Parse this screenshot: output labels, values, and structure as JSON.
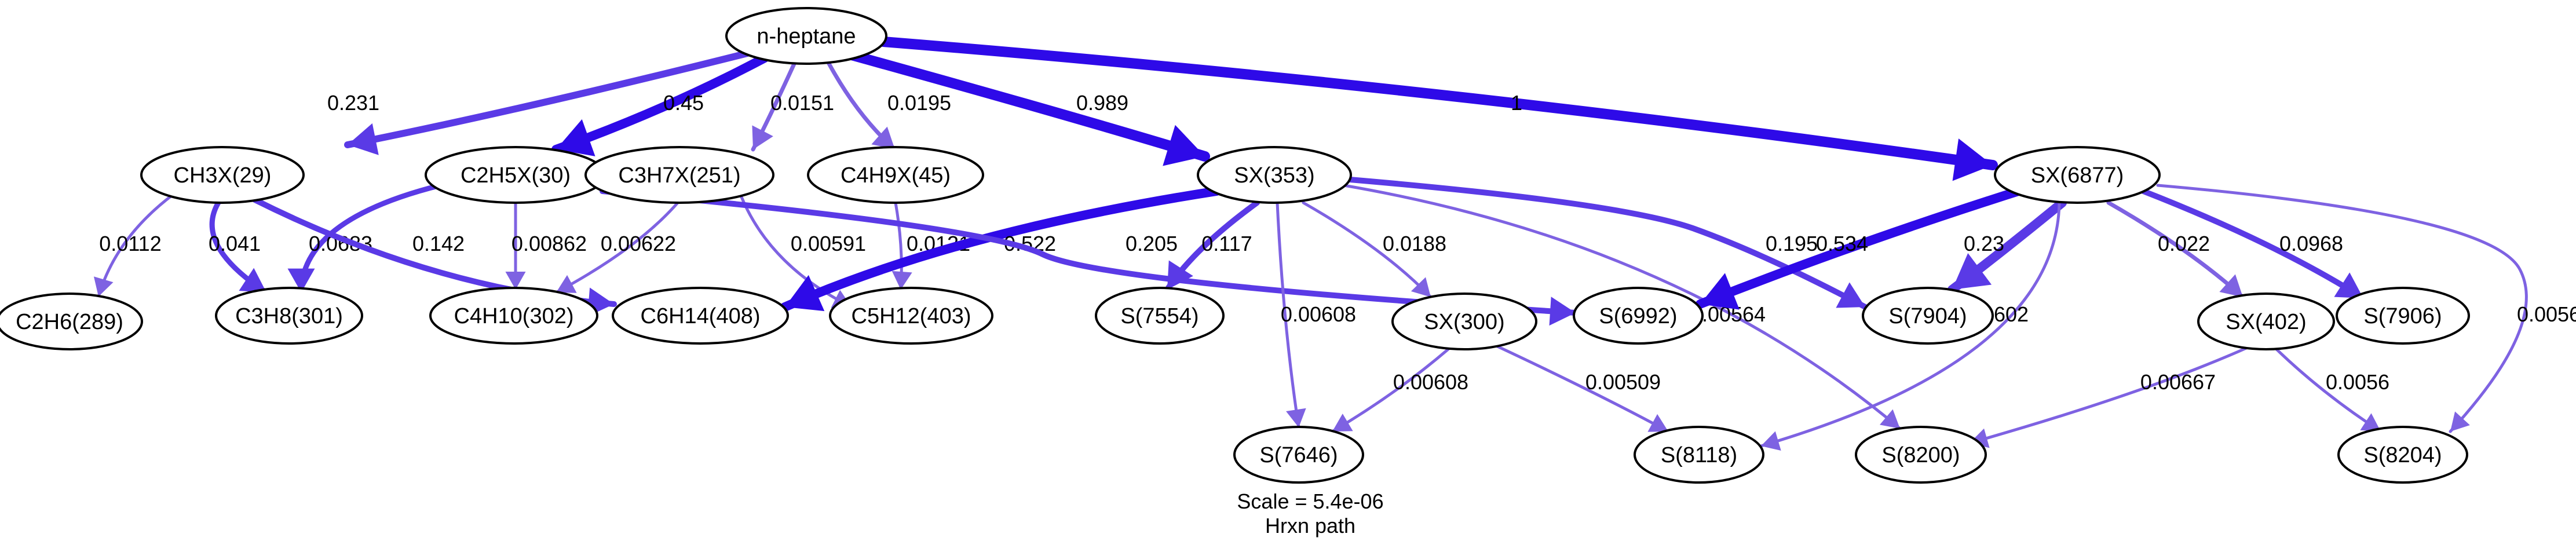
{
  "diagram": {
    "nodes": {
      "heptane": "n-heptane",
      "ch3x": "CH3X(29)",
      "c2h5x": "C2H5X(30)",
      "c3h7x": "C3H7X(251)",
      "c4h9x": "C4H9X(45)",
      "sx353": "SX(353)",
      "sx6877": "SX(6877)",
      "c2h6": "C2H6(289)",
      "c3h8": "C3H8(301)",
      "c4h10": "C4H10(302)",
      "c6h14": "C6H14(408)",
      "c5h12": "C5H12(403)",
      "s7554": "S(7554)",
      "sx300": "SX(300)",
      "s6992": "S(6992)",
      "s7904": "S(7904)",
      "sx402": "SX(402)",
      "s7906": "S(7906)",
      "s7646": "S(7646)",
      "s8118": "S(8118)",
      "s8200": "S(8200)",
      "s8204": "S(8204)"
    },
    "edges": {
      "heptane_ch3x": "0.231",
      "heptane_c2h5x": "0.45",
      "heptane_c3h7x": "0.0151",
      "heptane_c4h9x": "0.0195",
      "heptane_sx353": "0.989",
      "heptane_sx6877": "1",
      "ch3x_c2h6": "0.0112",
      "ch3x_c3h8": "0.041",
      "c2h5x_c3h8": "0.0683",
      "ch3x_c6h14": "0.142",
      "c2h5x_c4h10": "0.00862",
      "c3h7x_c4h10": "0.00622",
      "c3h7x_c5h12": "0.00591",
      "c4h9x_c5h12": "0.0121",
      "sx353_c6h14": "0.522",
      "c2h5x_s6992": "0.205",
      "sx353_s7554": "0.117",
      "sx353_sx300": "0.0188",
      "sx353_s7646": "0.00608",
      "sx353_s7904": "0.195",
      "sx353_s8200": "0.00564",
      "sx6877_s6992": "0.534",
      "sx6877_s7904": "0.23",
      "sx6877_sx402": "0.022",
      "sx6877_s7906": "0.0968",
      "sx6877_s8118": "0.00602",
      "sx6877_s8204": "0.0056",
      "sx300_s7646": "0.00608",
      "sx300_s8118": "0.00509",
      "sx402_s8200": "0.00667",
      "sx402_s8204": "0.0056"
    },
    "footer": {
      "scale": "Scale = 5.4e-06",
      "path_label": "Hrxn path"
    },
    "colors": {
      "heavy": "#2e0ae8",
      "medium": "#5a3ae6",
      "light": "#7e62e2",
      "node_stroke": "#000000"
    }
  }
}
